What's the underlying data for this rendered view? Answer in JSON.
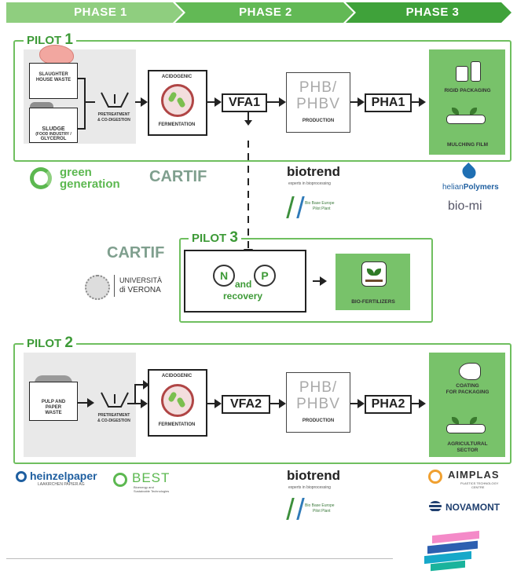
{
  "phases": [
    "PHASE 1",
    "PHASE 2",
    "PHASE 3"
  ],
  "pilot1": {
    "title_word": "PILOT",
    "title_num": "1",
    "inputs": [
      "SLAUGHTER HOUSE WASTE",
      "SLUDGE",
      "(FOOD INDUSTRY /",
      "GLYCEROL"
    ],
    "pretreatment": [
      "PRETREATMENT",
      "& CO-DIGESTION"
    ],
    "fermentation": [
      "ACIDOGENIC",
      "FERMENTATION"
    ],
    "vfa": "VFA1",
    "phb": [
      "PHB/",
      "PHBV"
    ],
    "production": "PRODUCTION",
    "pha": "PHA1",
    "outputs": [
      "RIGID PACKAGING",
      "MULCHING FILM"
    ],
    "partners_left": [
      "green",
      "generation",
      "CARTIF"
    ],
    "partners_mid": [
      "biotrend",
      "experts in bioprocessing",
      "Bio Base Europe",
      "Pilot Plant"
    ],
    "partners_right": [
      "helian",
      "Polymers",
      "bio-mi"
    ]
  },
  "pilot3": {
    "title_word": "PILOT",
    "title_num": "3",
    "n": "N",
    "and": "and",
    "p": "P",
    "recovery": "recovery",
    "output": "BIO-FERTILIZERS",
    "partners": [
      "CARTIF",
      "UNIVERSITÀ",
      "di VERONA"
    ]
  },
  "pilot2": {
    "title_word": "PILOT",
    "title_num": "2",
    "input": [
      "PULP AND",
      "PAPER",
      "WASTE"
    ],
    "pretreatment": [
      "PRETREATMENT",
      "& CO-DIGESTION"
    ],
    "fermentation": [
      "ACIDOGENIC",
      "FERMENTATION"
    ],
    "vfa": "VFA2",
    "phb": [
      "PHB/",
      "PHBV"
    ],
    "production": "PRODUCTION",
    "pha": "PHA2",
    "outputs": [
      "COATING",
      "FOR PACKAGING",
      "AGRICULTURAL",
      "SECTOR"
    ],
    "partners_left": [
      "heinzelpaper",
      "LAAKIRCHEN PAPIER AG",
      "BEST",
      "Bioenergy and",
      "Sustainable Technologies"
    ],
    "partners_mid": [
      "biotrend",
      "experts in bioprocessing",
      "Bio Base Europe",
      "Pilot Plant"
    ],
    "partners_right": [
      "AIMPLAS",
      "PLASTICS TECHNOLOGY",
      "CENTRE",
      "NOVAMONT"
    ]
  },
  "colors": {
    "phase1": "#8fce7f",
    "phase2": "#62b955",
    "phase3": "#3fa23a",
    "accent": "#6fbf5f",
    "panel_green": "#78c26a",
    "panel_grey": "#e9e9e9"
  }
}
